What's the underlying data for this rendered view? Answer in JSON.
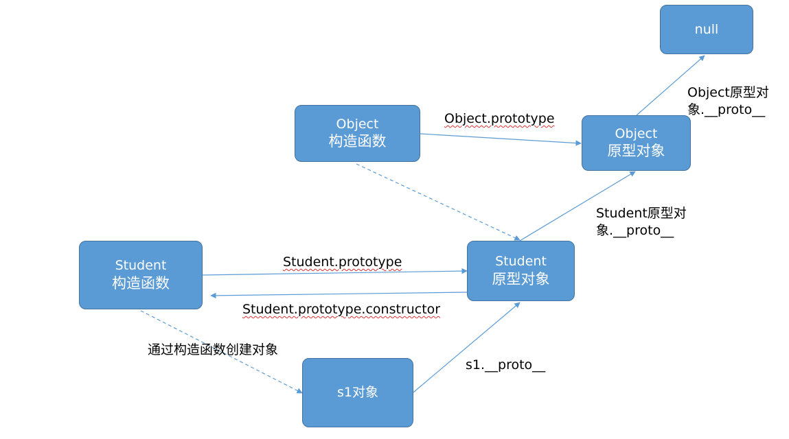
{
  "colors": {
    "node_fill": "#5b9bd5",
    "node_border": "#41719c",
    "arrow": "#5b9bd5",
    "text": "#000000",
    "spell_underline": "#e03030"
  },
  "nodes": {
    "null_box": {
      "line1": "null"
    },
    "object_constructor": {
      "line1": "Object",
      "line2": "构造函数"
    },
    "object_prototype": {
      "line1": "Object",
      "line2": "原型对象"
    },
    "student_constructor": {
      "line1": "Student",
      "line2": "构造函数"
    },
    "student_prototype": {
      "line1": "Student",
      "line2": "原型对象"
    },
    "s1_object": {
      "line1": "s1对象"
    }
  },
  "labels": {
    "object_proto_chain_line1": "Object原型对",
    "object_proto_chain_line2": "象.__proto__",
    "object_prototype": "Object.prototype",
    "student_proto_chain_line1": "Student原型对",
    "student_proto_chain_line2": "象.__proto__",
    "student_prototype": "Student.prototype",
    "student_prototype_constructor": "Student.prototype.constructor",
    "create_via_constructor": "通过构造函数创建对象",
    "s1_proto": "s1.__proto__"
  },
  "connections": [
    {
      "from": "object_prototype",
      "to": "null_box",
      "style": "solid"
    },
    {
      "from": "object_constructor",
      "to": "object_prototype",
      "style": "solid"
    },
    {
      "from": "object_constructor",
      "to": "student_prototype",
      "style": "dashed"
    },
    {
      "from": "student_prototype",
      "to": "object_prototype",
      "style": "solid"
    },
    {
      "from": "student_constructor",
      "to": "student_prototype",
      "style": "solid"
    },
    {
      "from": "student_prototype",
      "to": "student_constructor",
      "style": "solid"
    },
    {
      "from": "student_constructor",
      "to": "s1_object",
      "style": "dashed"
    },
    {
      "from": "s1_object",
      "to": "student_prototype",
      "style": "solid"
    }
  ]
}
